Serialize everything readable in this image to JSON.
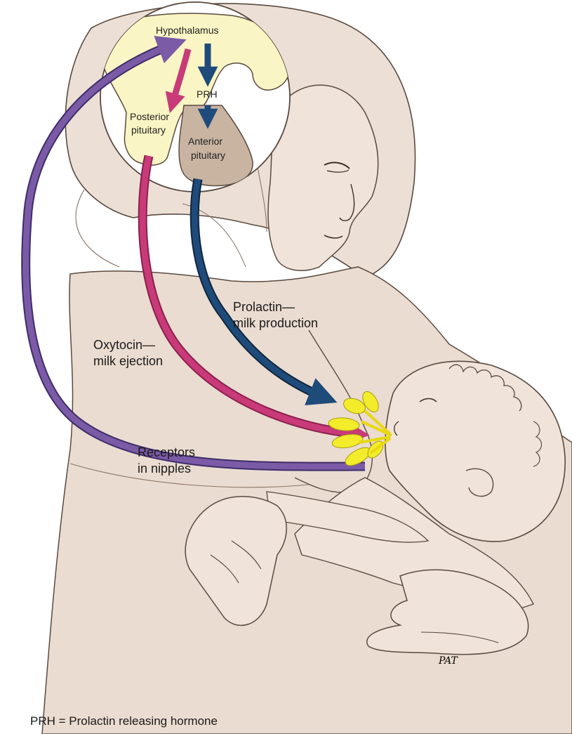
{
  "labels": {
    "hypothalamus": "Hypothalamus",
    "prh": "PRH",
    "posterior_pituitary": [
      "Posterior",
      "pituitary"
    ],
    "anterior_pituitary": [
      "Anterior",
      "pituitary"
    ],
    "prolactin": [
      "Prolactin—",
      "milk production"
    ],
    "oxytocin": [
      "Oxytocin—",
      "milk ejection"
    ],
    "receptors": [
      "Receptors",
      "in nipples"
    ]
  },
  "footnote": "PRH = Prolactin releasing hormone",
  "colors": {
    "skin": "#eadcd0",
    "skin_shadow": "#d9c8ba",
    "hypothalamus_fill": "#faf5c4",
    "anterior_pituitary_fill": "#c9b4a2",
    "oxytocin_arrow": "#c93a78",
    "prolactin_arrow": "#1e4b7a",
    "sensory_arrow": "#7b5aa6",
    "milk_glands": "#f2ec2a",
    "outline": "#5a4a40"
  }
}
